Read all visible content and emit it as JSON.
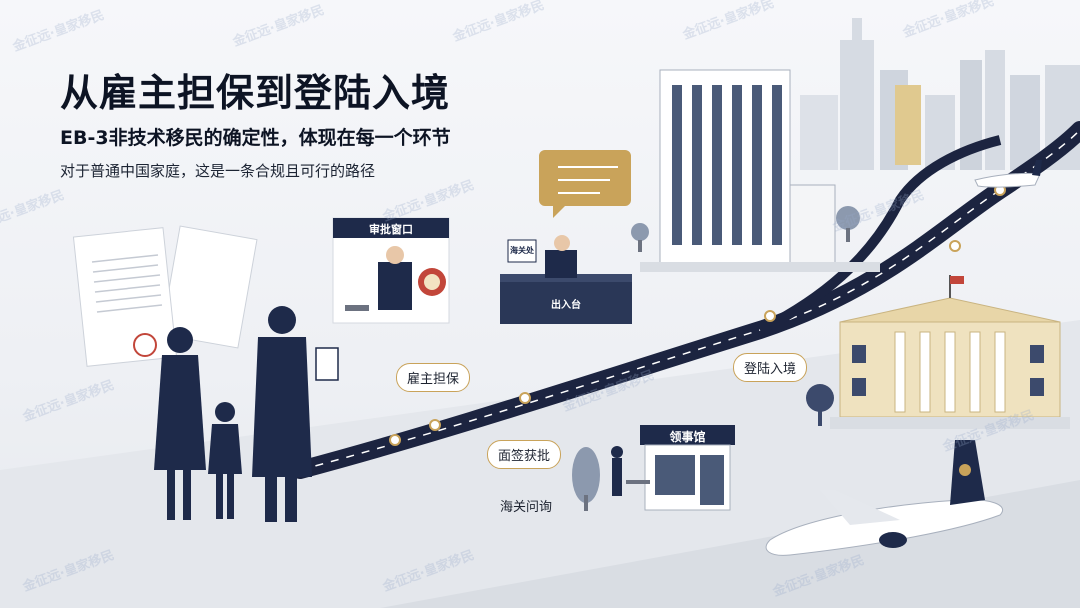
{
  "title": "从雇主担保到登陆入境",
  "subtitle": "EB-3非技术移民的确定性，体现在每一个环节",
  "tagline": "对于普通中国家庭，这是一条合规且可行的路径",
  "watermark_text": "金征远·皇家移民",
  "milestones": {
    "sponsor": "雇主担保",
    "interview": "面签获批",
    "customs": "海关问询",
    "landing": "登陆入境"
  },
  "signs": {
    "approval_window": "审批窗口",
    "border_counter": "出入台",
    "customs_tag": "海关处",
    "consulate": "领事馆"
  },
  "colors": {
    "navy": "#1e2a4a",
    "gold": "#c9a35a",
    "road": "#1c2440",
    "building_beige": "#e8d6a8"
  }
}
